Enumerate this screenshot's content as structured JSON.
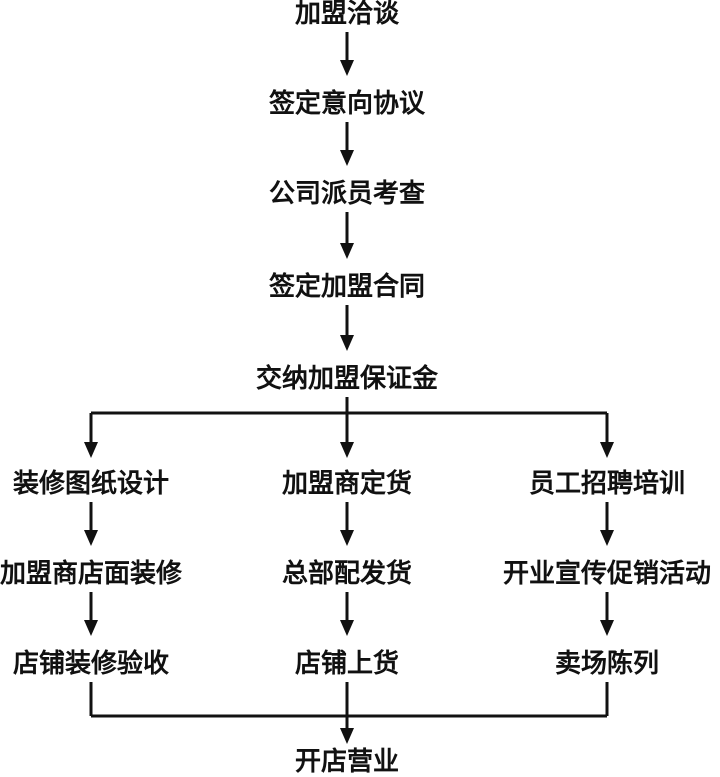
{
  "flowchart": {
    "main_steps": [
      "加盟洽谈",
      "签定意向协议",
      "公司派员考查",
      "签定加盟合同",
      "交纳加盟保证金"
    ],
    "branches": [
      {
        "steps": [
          "装修图纸设计",
          "加盟商店面装修",
          "店铺装修验收"
        ]
      },
      {
        "steps": [
          "加盟商定货",
          "总部配发货",
          "店铺上货"
        ]
      },
      {
        "steps": [
          "员工招聘培训",
          "开业宣传促销活动",
          "卖场陈列"
        ]
      }
    ],
    "final_step": "开店营业"
  },
  "colors": {
    "line": "#111111",
    "text": "#111111",
    "background": "#ffffff"
  }
}
